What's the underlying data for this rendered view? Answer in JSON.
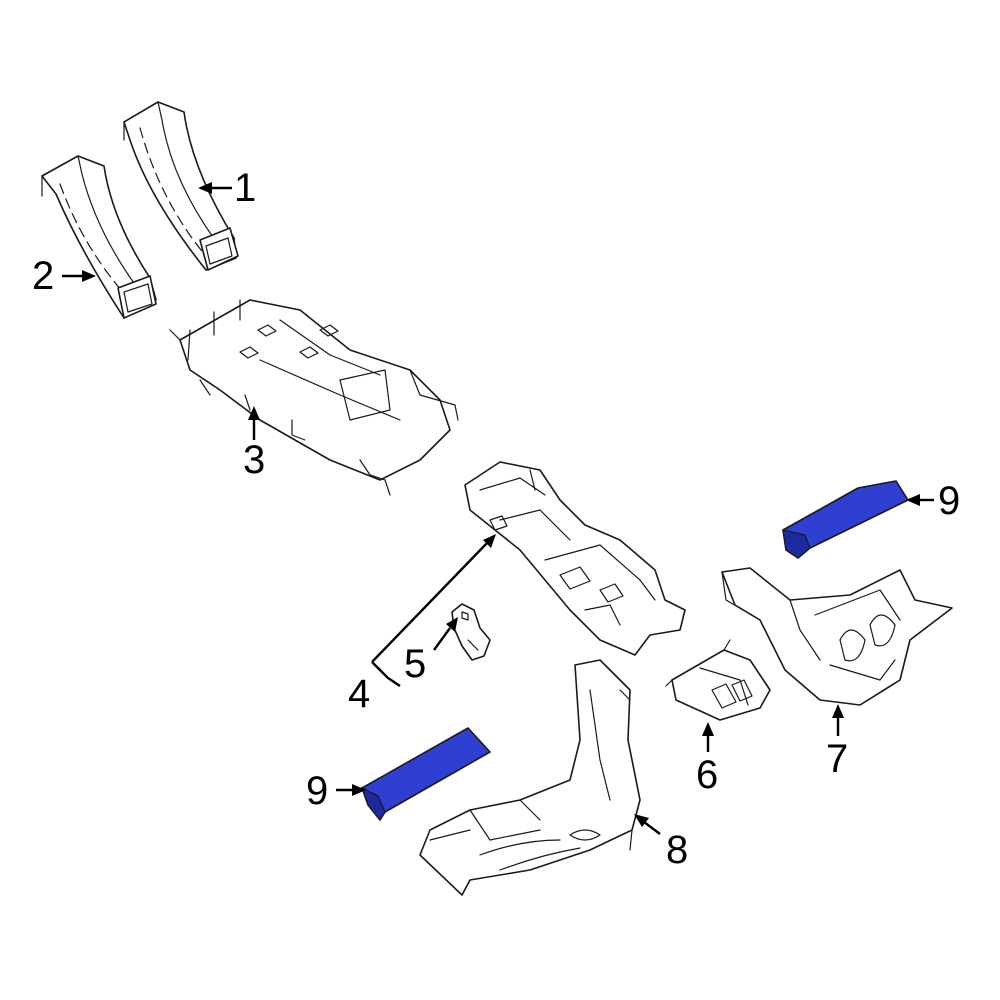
{
  "callouts": {
    "c1": "1",
    "c2": "2",
    "c3": "3",
    "c4": "4",
    "c5": "5",
    "c6": "6",
    "c7": "7",
    "c8": "8",
    "c9_upper": "9",
    "c9_lower": "9"
  },
  "colors": {
    "highlight": "#2f3fd2",
    "highlight_dark": "#1c2aa0",
    "line": "#1a1a1a"
  }
}
